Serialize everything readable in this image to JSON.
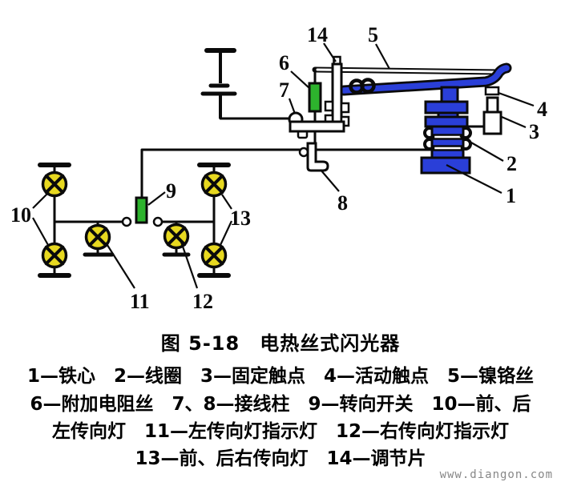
{
  "figure": {
    "title": "图 5-18　电热丝式闪光器",
    "legend": {
      "line1": "1—铁心　2—线圈　3—固定触点　4—活动触点　5—镍铬丝",
      "line2": "6—附加电阻丝　7、8—接线柱　9—转向开关　10—前、后",
      "line3": "左传向灯　11—左传向灯指示灯　12—右传向灯指示灯",
      "line4": "13—前、后右传向灯　14—调节片"
    },
    "watermark": "www.diangon.com",
    "callouts": {
      "c1": "1",
      "c2": "2",
      "c3": "3",
      "c4": "4",
      "c5": "5",
      "c6": "6",
      "c7": "7",
      "c8": "8",
      "c9": "9",
      "c10": "10",
      "c11": "11",
      "c12": "12",
      "c13": "13",
      "c14": "14"
    },
    "colors": {
      "core_blue": "#2a3fd8",
      "switch_green": "#2db32d",
      "lamp_yellow": "#e7d820",
      "line_black": "#0a0a0a",
      "watermark_gray": "#878787"
    }
  }
}
